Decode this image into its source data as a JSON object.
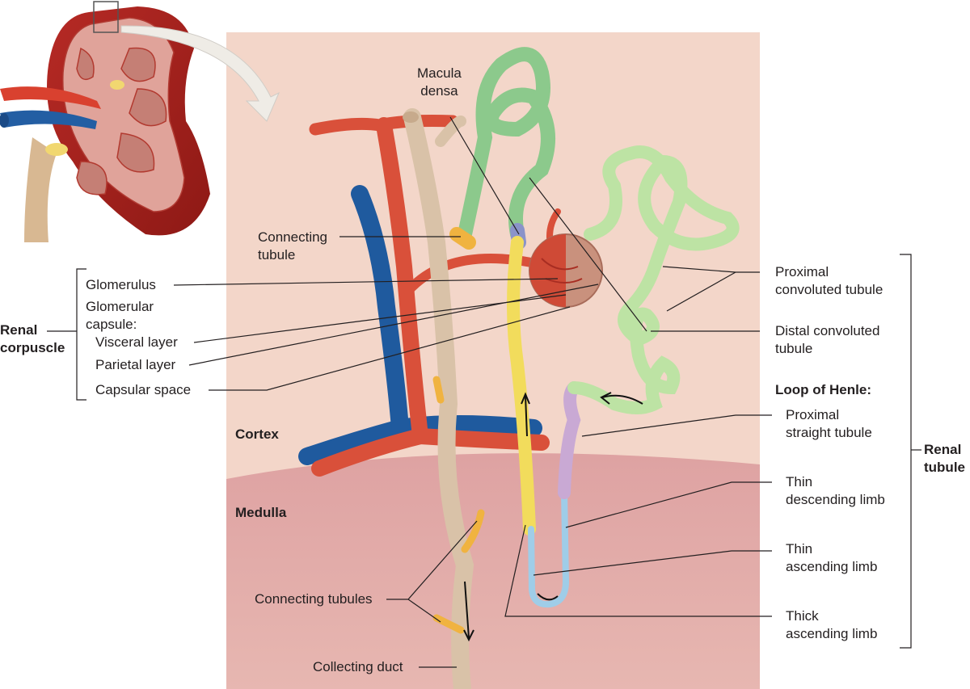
{
  "figure": {
    "colors": {
      "cortex_bg": "#f3d5c8",
      "medulla_bg": "#dc9e9e",
      "artery": "#d9503a",
      "vein": "#1f5a9e",
      "collecting_duct": "#d9c2a8",
      "distal_tubule": "#8cc98c",
      "proximal_tubule": "#bde3a4",
      "connecting_tubule": "#f0b340",
      "thick_ascending": "#f2dc5c",
      "proximal_straight": "#c9a9d4",
      "thin_limb": "#9fcde8",
      "macula_densa": "#8a93c9"
    },
    "regions": {
      "cortex": "Cortex",
      "medulla": "Medulla"
    },
    "left_labels": {
      "group": "Renal corpuscle",
      "group_line1": "Renal",
      "group_line2": "corpuscle",
      "glomerulus": "Glomerulus",
      "capsule_line1": "Glomerular",
      "capsule_line2": "capsule:",
      "visceral": "Visceral layer",
      "parietal": "Parietal layer",
      "capsular_space": "Capsular space"
    },
    "center_labels": {
      "macula_line1": "Macula",
      "macula_line2": "densa",
      "connecting_line1": "Connecting",
      "connecting_line2": "tubule",
      "connecting_tubules": "Connecting tubules",
      "collecting_duct": "Collecting duct"
    },
    "right_labels": {
      "group_line1": "Renal",
      "group_line2": "tubule",
      "pct_line1": "Proximal",
      "pct_line2": "convoluted tubule",
      "dct_line1": "Distal convoluted",
      "dct_line2": "tubule",
      "loop_heading": "Loop of Henle:",
      "pst_line1": "Proximal",
      "pst_line2": "straight tubule",
      "tdl_line1": "Thin",
      "tdl_line2": "descending limb",
      "tal_line1": "Thin",
      "tal_line2": "ascending limb",
      "thal_line1": "Thick",
      "thal_line2": "ascending limb"
    }
  }
}
